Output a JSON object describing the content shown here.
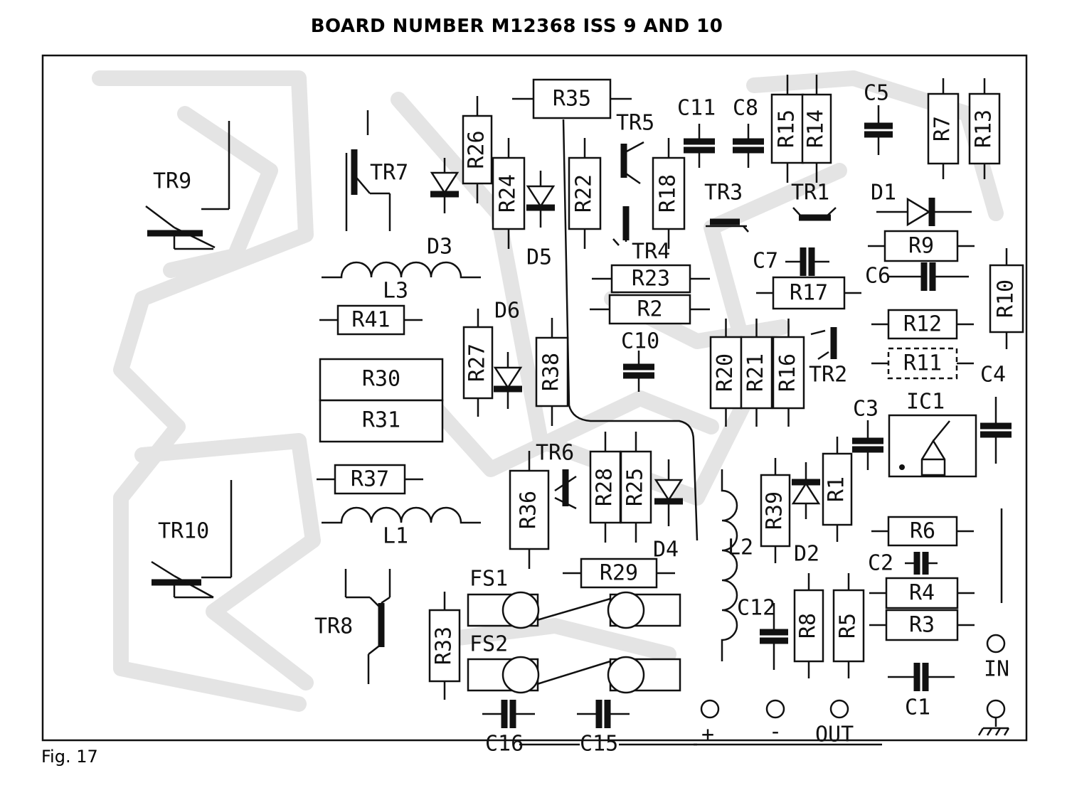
{
  "title": "BOARD NUMBER M12368 ISS 9 AND 10",
  "caption": "Fig. 17",
  "transistors": [
    "TR9",
    "TR7",
    "TR5",
    "TR3",
    "TR1",
    "TR4",
    "TR2",
    "TR6",
    "TR10",
    "TR8"
  ],
  "diodes": [
    "D3",
    "D5",
    "D1",
    "D6",
    "D4",
    "D2"
  ],
  "capacitors": [
    "C11",
    "C8",
    "C5",
    "C7",
    "C6",
    "C10",
    "C3",
    "C4",
    "C2",
    "C12",
    "C1",
    "C16",
    "C15"
  ],
  "inductors": [
    "L3",
    "L1",
    "L2"
  ],
  "resistors": [
    "R35",
    "R26",
    "R24",
    "R22",
    "R18",
    "R15",
    "R14",
    "R7",
    "R13",
    "R9",
    "R23",
    "R17",
    "R10",
    "R2",
    "R41",
    "R12",
    "R11",
    "R30",
    "R31",
    "R27",
    "R38",
    "R20",
    "R21",
    "R16",
    "R37",
    "R36",
    "R28",
    "R25",
    "R39",
    "R1",
    "R6",
    "R29",
    "R4",
    "R33",
    "R8",
    "R5",
    "R3"
  ],
  "fuses": [
    "FS1",
    "FS2"
  ],
  "ic": "IC1",
  "terminals": {
    "plus": "+",
    "minus": "-",
    "out": "OUT",
    "in": "IN"
  }
}
